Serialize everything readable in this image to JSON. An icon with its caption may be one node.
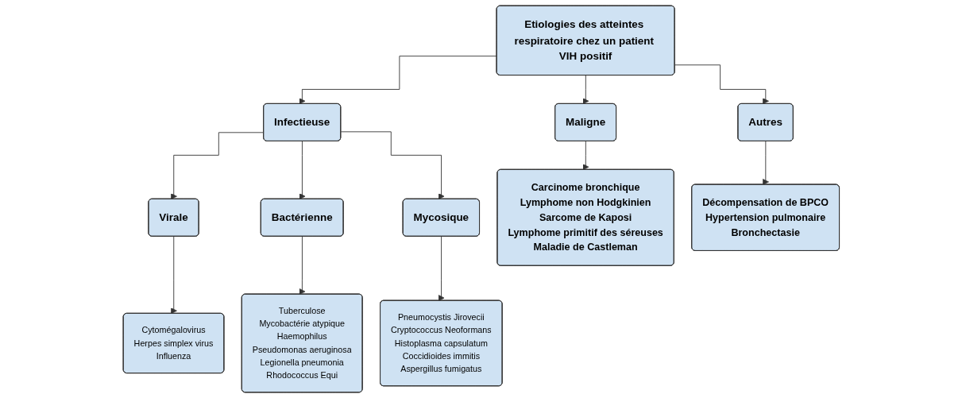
{
  "diagram": {
    "nodes": [
      {
        "text": [
          "Etiologies des atteintes respiratoire chez un patient VIH positif"
        ]
      },
      {
        "text": [
          "Infectieuse"
        ]
      },
      {
        "text": [
          "Maligne"
        ]
      },
      {
        "text": [
          "Autres"
        ]
      },
      {
        "text": [
          "Virale"
        ]
      },
      {
        "text": [
          "Bactérienne"
        ]
      },
      {
        "text": [
          "Mycosique"
        ]
      },
      {
        "text": [
          "Cytomégalovirus",
          "Herpes simplex virus",
          "Influenza"
        ]
      },
      {
        "text": [
          "Tuberculose",
          "Mycobactérie atypique",
          "Haemophilus",
          "Pseudomonas aeruginosa",
          "Legionella pneumonia",
          "Rhodococcus Equi"
        ]
      },
      {
        "text": [
          "Pneumocystis Jirovecii",
          "Cryptococcus Neoformans",
          "Histoplasma capsulatum",
          "Coccidioides immitis",
          "Aspergillus fumigatus"
        ]
      },
      {
        "text": [
          "Carcinome bronchique",
          "Lymphome non Hodgkinien",
          "Sarcome de Kaposi",
          "Lymphome primitif des séreuses",
          "Maladie de Castleman"
        ]
      },
      {
        "text": [
          "Décompensation de BPCO",
          "Hypertension pulmonaire",
          "Bronchectasie"
        ]
      }
    ],
    "edges": [
      {
        "from": 0,
        "to": 1,
        "arrow": "to"
      },
      {
        "from": 0,
        "to": 2,
        "arrow": "to"
      },
      {
        "from": 0,
        "to": 3,
        "arrow": "to"
      },
      {
        "from": 1,
        "to": 4,
        "arrow": "to"
      },
      {
        "from": 1,
        "to": 5,
        "arrow": "to"
      },
      {
        "from": 1,
        "to": 6,
        "arrow": "to"
      },
      {
        "from": 4,
        "to": 7,
        "arrow": "to"
      },
      {
        "from": 5,
        "to": 8,
        "arrow": "to"
      },
      {
        "from": 6,
        "to": 9,
        "arrow": "to"
      },
      {
        "from": 2,
        "to": 10,
        "arrow": "to"
      },
      {
        "from": 3,
        "to": 11,
        "arrow": "to"
      }
    ]
  }
}
